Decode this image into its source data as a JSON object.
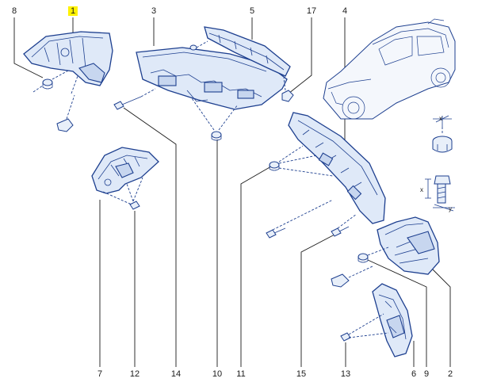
{
  "diagram": {
    "highlight_color": "#fff200",
    "line_color": "#1d3f8f",
    "labels": [
      {
        "id": "1",
        "text": "1",
        "highlighted": true
      },
      {
        "id": "3",
        "text": "3"
      },
      {
        "id": "5",
        "text": "5"
      },
      {
        "id": "17",
        "text": "17"
      },
      {
        "id": "4",
        "text": "4"
      },
      {
        "id": "8",
        "text": "8"
      },
      {
        "id": "7",
        "text": "7"
      },
      {
        "id": "12",
        "text": "12"
      },
      {
        "id": "14",
        "text": "14"
      },
      {
        "id": "10",
        "text": "10"
      },
      {
        "id": "11",
        "text": "11"
      },
      {
        "id": "15",
        "text": "15"
      },
      {
        "id": "13",
        "text": "13"
      },
      {
        "id": "6",
        "text": "6"
      },
      {
        "id": "9",
        "text": "9"
      },
      {
        "id": "2",
        "text": "2"
      }
    ],
    "icons": [
      "vehicle-icon",
      "nut-torque-icon",
      "screw-torque-icon"
    ],
    "icon_marks": {
      "x": "x",
      "y": "y"
    }
  }
}
